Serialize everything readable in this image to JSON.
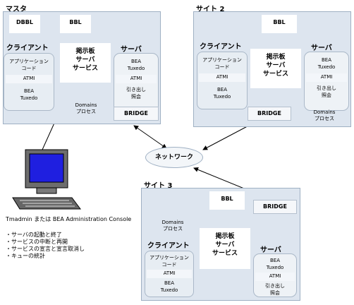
{
  "site_master": {
    "title": "マスタ",
    "dbbl": "DBBL",
    "bbl": "BBL",
    "client_title": "クライアント",
    "client_app": "アプリケーション\nコード",
    "client_atmi": "ATMI",
    "client_bea": "BEA\nTuxedo",
    "service": "掲示板\nサーバ\nサービス",
    "server_title": "サーバ",
    "server_bea": "BEA\nTuxedo",
    "server_atmi": "ATMI",
    "server_calls": "引き出し\n照会",
    "domains": "Domains\nプロセス",
    "bridge": "BRIDGE"
  },
  "site_2": {
    "title": "サイト 2",
    "bbl": "BBL",
    "client_title": "クライアント",
    "client_app": "アプリケーション\nコード",
    "client_atmi": "ATMI",
    "client_bea": "BEA\nTuxedo",
    "service": "掲示板\nサーバ\nサービス",
    "server_title": "サーバ",
    "server_bea": "BEA\nTuxedo",
    "server_atmi": "ATMI",
    "server_calls": "引き出し\n照会",
    "domains": "Domains\nプロセス",
    "bridge": "BRIDGE"
  },
  "site_3": {
    "title": "サイト 3",
    "bbl": "BBL",
    "client_title": "クライアント",
    "client_app": "アプリケーション\nコード",
    "client_atmi": "ATMI",
    "client_bea": "BEA\nTuxedo",
    "service": "掲示板\nサーバ\nサービス",
    "server_title": "サーバ",
    "server_bea": "BEA\nTuxedo",
    "server_atmi": "ATMI",
    "server_calls": "引き出し\n照会",
    "domains": "Domains\nプロセス",
    "bridge": "BRIDGE"
  },
  "network": "ネットワーク",
  "console": {
    "title": "Tmadmin または BEA Administration Console",
    "bullets": [
      "・サーバの起動と終了",
      "・サービスの中断と再開",
      "・サービスの宣言と宣言取消し",
      "・キューの統計"
    ]
  },
  "colors": {
    "site_bg": "#dde5ef",
    "client_bg": "#e7edf3",
    "screen": "#1f1fe0"
  }
}
